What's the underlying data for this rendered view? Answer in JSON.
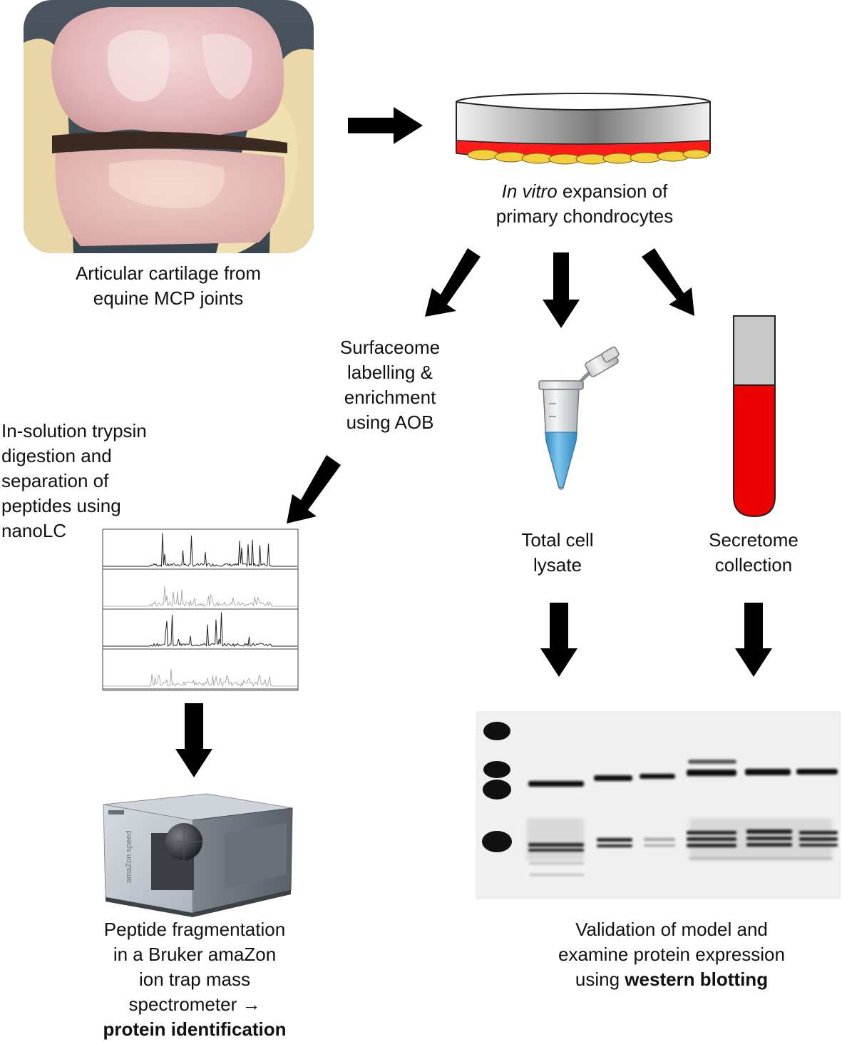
{
  "captions": {
    "cartilage": {
      "line1": "Articular cartilage from",
      "line2": "equine MCP joints"
    },
    "expansion": {
      "line1_em": "In vitro",
      "line1_rest": " expansion of",
      "line2": "primary chondrocytes"
    },
    "surfaceome": {
      "line1": "Surfaceome",
      "line2": "labelling &",
      "line3": "enrichment",
      "line4": "using AOB"
    },
    "digestion": {
      "line1": "In-solution trypsin",
      "line2": "digestion and",
      "line3": "separation of",
      "line4": "peptides using",
      "line5": "nanoLC"
    },
    "lysate": {
      "line1": "Total cell",
      "line2": "lysate"
    },
    "secretome": {
      "line1": "Secretome",
      "line2": "collection"
    },
    "fragmentation": {
      "line1": "Peptide fragmentation",
      "line2": "in a Bruker amaZon",
      "line3": "ion trap mass",
      "line4": "spectrometer →",
      "line5_bold": "protein identification"
    },
    "validation": {
      "line1": "Validation of model and",
      "line2": "examine protein expression",
      "line3_pre": "using ",
      "line3_bold": "western blotting"
    }
  },
  "instrument": {
    "brand": "amaZon speed"
  },
  "colors": {
    "arrow": "#000000",
    "dish_medium": "#ff1a1a",
    "cells": "#f2cf3c",
    "tube_liquid": "#4aa8d8",
    "secretome_red": "#ee0000",
    "secretome_grey": "#c8c8c8",
    "blot_bg": "#f0f0f0"
  }
}
